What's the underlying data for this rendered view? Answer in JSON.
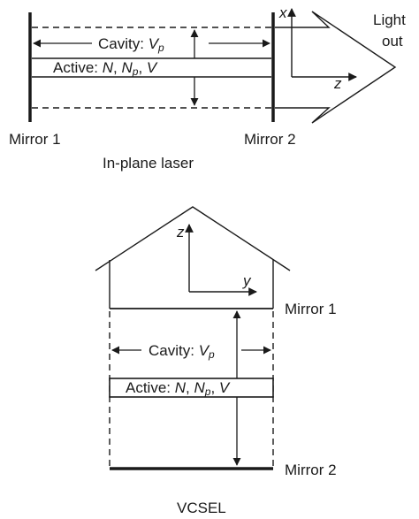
{
  "colors": {
    "ink": "#1a1a1a",
    "background": "#ffffff"
  },
  "in_plane_laser": {
    "caption": "In-plane laser",
    "mirror_left_label": "Mirror 1",
    "mirror_right_label": "Mirror 2",
    "light_out_line1": "Light",
    "light_out_line2": "out",
    "axis_x_label": "x",
    "axis_z_label": "z",
    "cavity": {
      "prefix": "Cavity: ",
      "symbol": "V",
      "subscript": "p"
    },
    "active": {
      "prefix": "Active: ",
      "n_symbol": "N",
      "separator": ", ",
      "np_symbol": "N",
      "np_subscript": "p",
      "separator2": ", ",
      "v_symbol": "V"
    }
  },
  "vcsel": {
    "caption": "VCSEL",
    "mirror_top_label": "Mirror 1",
    "mirror_bottom_label": "Mirror 2",
    "axis_z_label": "z",
    "axis_y_label": "y",
    "cavity": {
      "prefix": "Cavity: ",
      "symbol": "V",
      "subscript": "p"
    },
    "active": {
      "prefix": "Active: ",
      "n_symbol": "N",
      "separator": ", ",
      "np_symbol": "N",
      "np_subscript": "p",
      "separator2": ", ",
      "v_symbol": "V"
    }
  }
}
